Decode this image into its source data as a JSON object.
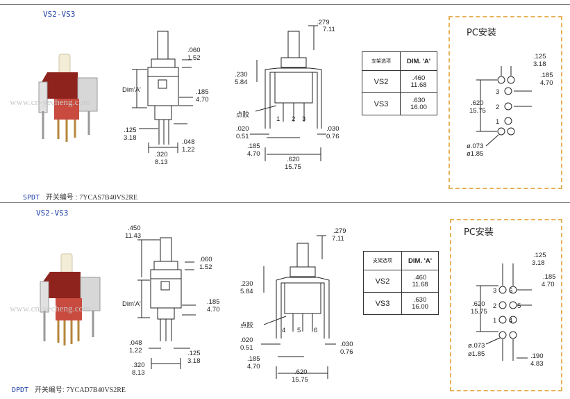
{
  "top": {
    "title": "VS2-VS3",
    "footer_code": "SPDT",
    "footer_label": "开关编号 :",
    "footer_part": "7YCAS7B40VS2RE",
    "watermark": "www.cn-yecheng.com",
    "pc_title": "PC安装"
  },
  "bottom": {
    "title": "VS2-VS3",
    "footer_code": "DPDT",
    "footer_label": "开关编号:",
    "footer_part": "7YCAD7B40VS2RE",
    "watermark": "www.cn-yecheng.com",
    "pc_title": "PC安装"
  },
  "table": {
    "head_left": "支架选项",
    "head_right": "DIM. 'A'",
    "rows": [
      {
        "label": "VS2",
        "in": ".460",
        "mm": "11.68"
      },
      {
        "label": "VS3",
        "in": ".630",
        "mm": "16.00"
      }
    ]
  },
  "dims": {
    "d279": ".279",
    "d711": "7.11",
    "d060": ".060",
    "d152": "1.52",
    "d185": ".185",
    "d470": "4.70",
    "dimA": "Dim'A'",
    "d230": ".230",
    "d584": "5.84",
    "d125": ".125",
    "d318": "3.18",
    "d048": ".048",
    "d122": "1.22",
    "d320": ".320",
    "d813": "8.13",
    "d020": ".020",
    "d051": "0.51",
    "d030": ".030",
    "d076": "0.76",
    "d620": ".620",
    "d1575": "15.75",
    "d450": ".450",
    "d1143": "11.43",
    "d073": "ø.073",
    "d185m": "ø1.85",
    "d190": ".190",
    "d483": "4.83",
    "glue": "点胶"
  },
  "colors": {
    "title_blue": "#1f3fa8",
    "pc_border": "#e8b25a",
    "switch_red": "#b8312a"
  }
}
